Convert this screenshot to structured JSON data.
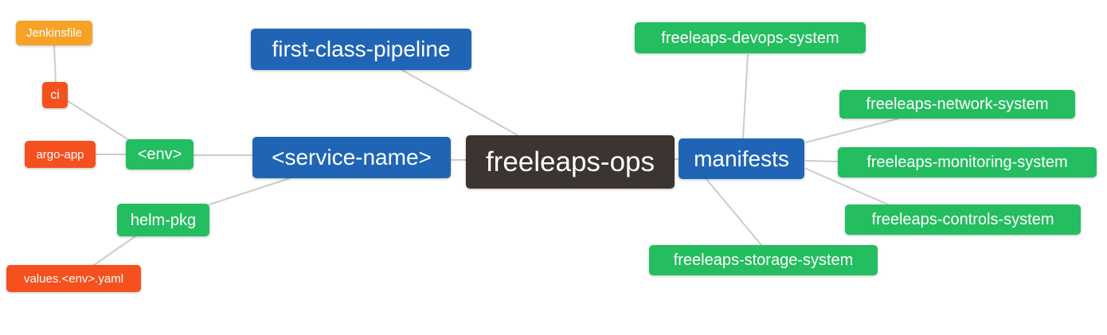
{
  "diagram": {
    "type": "mindmap",
    "root": "freeleaps-ops",
    "palette": {
      "blue": "#2065b5",
      "green": "#24bd5f",
      "red": "#f4511e",
      "orange": "#f6a226",
      "dark": "#3b3431",
      "link_line": "#cccccc",
      "node_text": "#ffffff",
      "background": "#ffffff"
    },
    "nodes": {
      "jenkinsfile": {
        "label": "Jenkinsfile",
        "color": "orange"
      },
      "ci": {
        "label": "ci",
        "color": "red"
      },
      "argo_app": {
        "label": "argo-app",
        "color": "red"
      },
      "env": {
        "label": "<env>",
        "color": "green"
      },
      "helm_pkg": {
        "label": "helm-pkg",
        "color": "green"
      },
      "values_env_yaml": {
        "label": "values.<env>.yaml",
        "color": "red"
      },
      "first_class_pipeline": {
        "label": "first-class-pipeline",
        "color": "blue"
      },
      "service_name": {
        "label": "<service-name>",
        "color": "blue"
      },
      "freeleaps_ops": {
        "label": "freeleaps-ops",
        "color": "dark"
      },
      "manifests": {
        "label": "manifests",
        "color": "blue"
      },
      "devops_system": {
        "label": "freeleaps-devops-system",
        "color": "green"
      },
      "network_system": {
        "label": "freeleaps-network-system",
        "color": "green"
      },
      "monitoring_system": {
        "label": "freeleaps-monitoring-system",
        "color": "green"
      },
      "controls_system": {
        "label": "freeleaps-controls-system",
        "color": "green"
      },
      "storage_system": {
        "label": "freeleaps-storage-system",
        "color": "green"
      }
    },
    "edges": [
      {
        "from": "jenkinsfile",
        "to": "ci"
      },
      {
        "from": "ci",
        "to": "env"
      },
      {
        "from": "argo_app",
        "to": "env"
      },
      {
        "from": "env",
        "to": "service_name"
      },
      {
        "from": "service_name",
        "to": "helm_pkg"
      },
      {
        "from": "helm_pkg",
        "to": "values_env_yaml"
      },
      {
        "from": "first_class_pipeline",
        "to": "freeleaps_ops"
      },
      {
        "from": "service_name",
        "to": "freeleaps_ops"
      },
      {
        "from": "freeleaps_ops",
        "to": "manifests"
      },
      {
        "from": "manifests",
        "to": "devops_system"
      },
      {
        "from": "manifests",
        "to": "network_system"
      },
      {
        "from": "manifests",
        "to": "monitoring_system"
      },
      {
        "from": "manifests",
        "to": "controls_system"
      },
      {
        "from": "manifests",
        "to": "storage_system"
      }
    ]
  }
}
